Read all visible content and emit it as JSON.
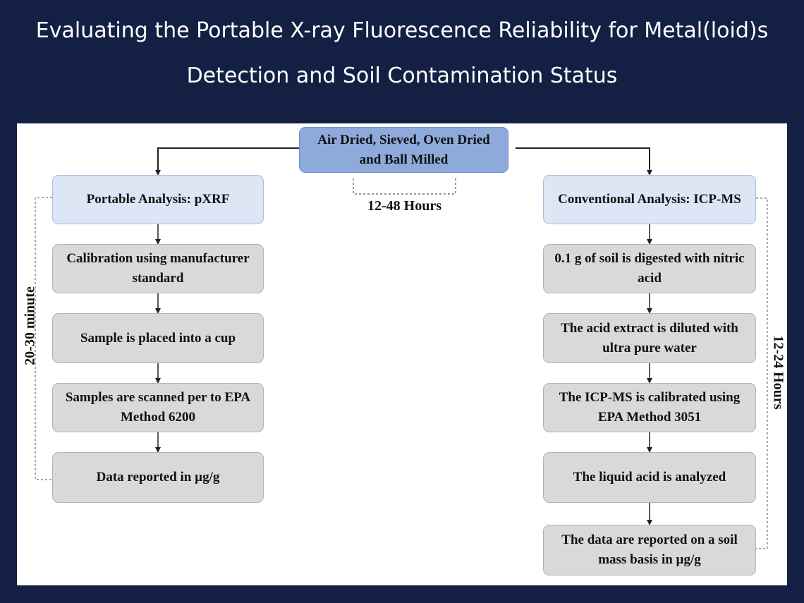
{
  "title": {
    "line1": "Evaluating the Portable X-ray Fluorescence Reliability for Metal(loid)s",
    "line2": "Detection and Soil Contamination Status"
  },
  "top_box": "Air Dried, Sieved, Oven Dried and Ball Milled",
  "top_duration": "12-48 Hours",
  "left": {
    "header": "Portable Analysis: pXRF",
    "duration": "20-30 minute",
    "steps": [
      "Calibration using manufacturer standard",
      "Sample is placed into a cup",
      "Samples are scanned per to EPA Method 6200",
      "Data reported in µg/g"
    ]
  },
  "right": {
    "header": "Conventional Analysis: ICP-MS",
    "duration": "12-24 Hours",
    "steps": [
      "0.1 g of soil is digested with nitric acid",
      "The acid extract is diluted with ultra pure water",
      "The ICP-MS is calibrated using EPA Method 3051",
      "The liquid acid is analyzed",
      "The data are reported on a soil mass basis in µg/g"
    ]
  },
  "colors": {
    "background": "#141f44",
    "top_box": "#8eaadb",
    "header_box": "#dce6f4",
    "step_box": "#d9d9d9"
  }
}
